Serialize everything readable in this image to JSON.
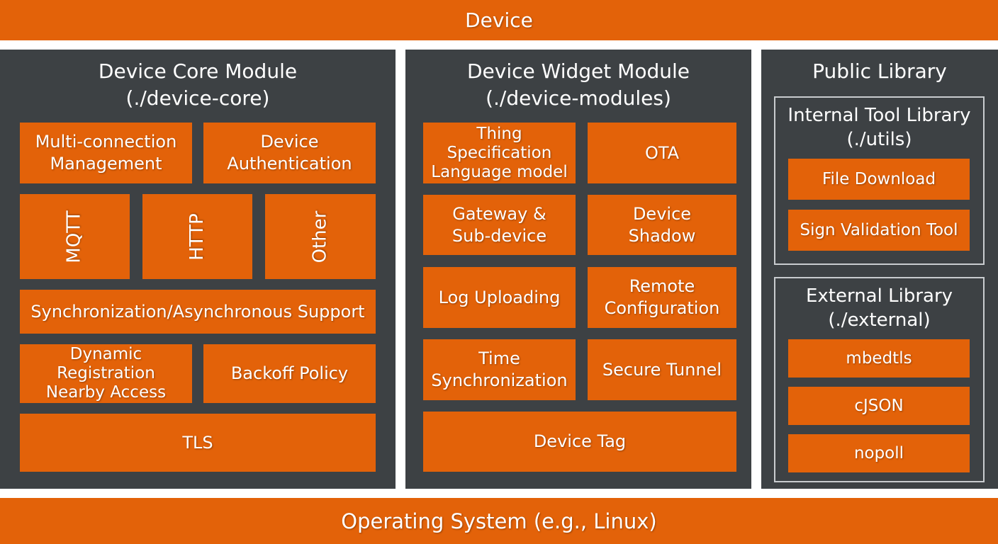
{
  "device": "Device",
  "os": "Operating System (e.g., Linux)",
  "core": {
    "title": "Device Core Module",
    "path": "(./device-core)",
    "multi_connection": "Multi-connection\nManagement",
    "authentication": "Device\nAuthentication",
    "mqtt": "MQTT",
    "http": "HTTP",
    "other": "Other",
    "sync": "Synchronization/Asynchronous Support",
    "dynamic": "Dynamic\nRegistration\nNearby Access",
    "backoff": "Backoff Policy",
    "tls": "TLS"
  },
  "widget": {
    "title": "Device Widget Module",
    "path": "(./device-modules)",
    "thing_spec": "Thing Specification\nLanguage model",
    "ota": "OTA",
    "gateway": "Gateway &\nSub-device",
    "shadow": "Device\nShadow",
    "log": "Log Uploading",
    "remote": "Remote\nConfiguration",
    "time_sync": "Time\nSynchronization",
    "tunnel": "Secure Tunnel",
    "tag": "Device Tag"
  },
  "public": {
    "title": "Public Library",
    "internal": {
      "title": "Internal Tool Library\n(./utils)",
      "file_download": "File Download",
      "sign_validation": "Sign Validation Tool"
    },
    "external": {
      "title": "External Library\n(./external)",
      "mbedtls": "mbedtls",
      "cjson": "cJSON",
      "nopoll": "nopoll"
    }
  },
  "colors": {
    "orange": "#e36209",
    "panel": "#3d4144",
    "frame": "#c9cccf"
  }
}
